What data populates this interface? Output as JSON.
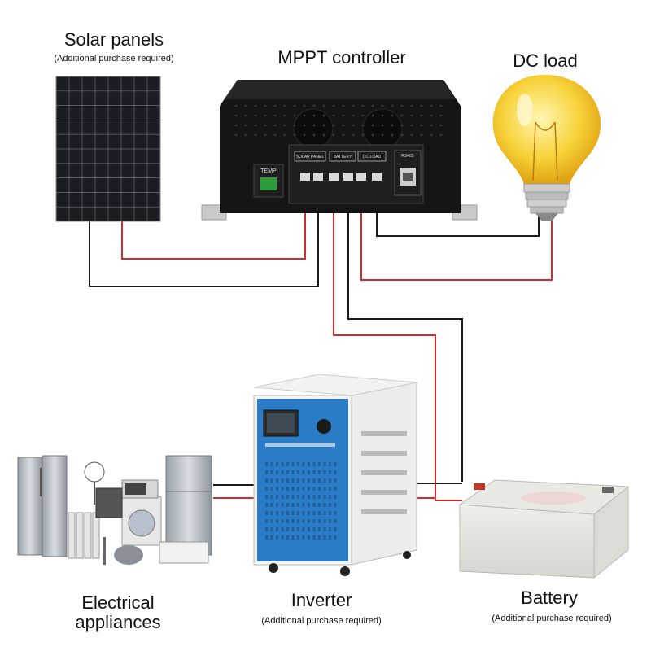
{
  "labels": {
    "solar_title": "Solar panels",
    "solar_note": "(Additional purchase required)",
    "controller_title": "MPPT controller",
    "dcload_title": "DC load",
    "appliances_title_line1": "Electrical",
    "appliances_title_line2": "appliances",
    "inverter_title": "Inverter",
    "inverter_note": "(Additional purchase required)",
    "battery_title": "Battery",
    "battery_note": "(Additional purchase required)"
  },
  "controller_panel": {
    "temp_label": "TEMP",
    "solar_panel_label": "SOLAR PANEL",
    "battery_label": "BATTERY",
    "dc_load_label": "DC LOAD",
    "rs485_label": "RS485"
  },
  "colors": {
    "positive_wire": "#d42a2a",
    "negative_wire": "#1a1a1a",
    "inverter_blue": "#2a7cc7",
    "controller_body": "#151515"
  }
}
